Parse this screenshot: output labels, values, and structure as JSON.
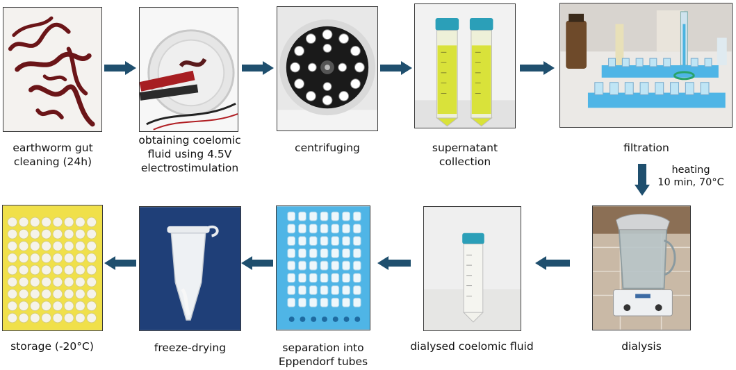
{
  "steps": [
    {
      "label": "earthworm gut\ncleaning (24h)"
    },
    {
      "label": "obtaining coelomic\nfluid using 4.5V\nelectrostimulation"
    },
    {
      "label": "centrifuging"
    },
    {
      "label": "supernatant\ncollection"
    },
    {
      "label": "filtration"
    },
    {
      "label": "dialysis"
    },
    {
      "label": "dialysed coelomic fluid"
    },
    {
      "label": "separation into\nEppendorf tubes"
    },
    {
      "label": "freeze-drying"
    },
    {
      "label": "storage (-20°C)"
    }
  ],
  "arrow_notes": {
    "filtration_to_dialysis": "heating\n10 min, 70°C"
  },
  "colors": {
    "arrow": "#1f4f6e",
    "tube_cap": "#2b9fb8",
    "rack_blue": "#4fb5e6",
    "fluid_yellow": "#d9e23a",
    "worm": "#6b1518",
    "tray_yellow": "#f0e04a"
  }
}
